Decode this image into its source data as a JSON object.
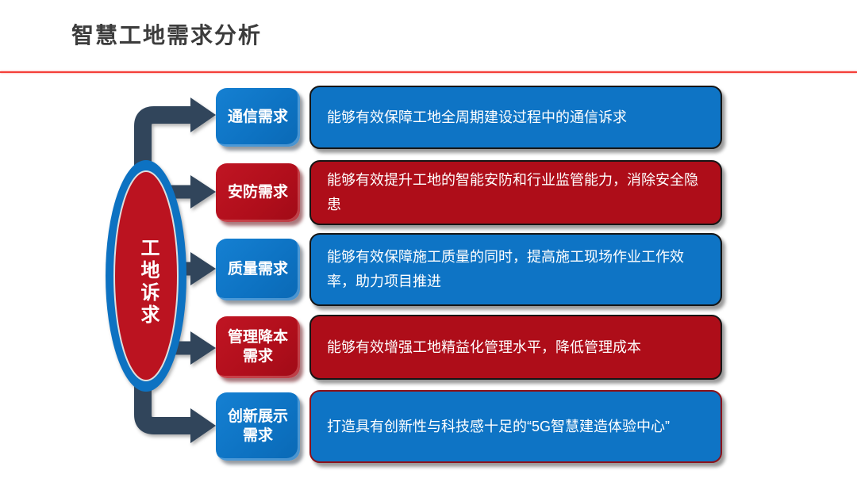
{
  "title": "智慧工地需求分析",
  "hub": {
    "label": "工地诉求"
  },
  "rows": [
    {
      "label": "通信需求",
      "desc": "能够有效保障工地全周期建设过程中的通信诉求",
      "theme": "blue"
    },
    {
      "label": "安防需求",
      "desc": "能够有效提升工地的智能安防和行业监管能力，消除安全隐患",
      "theme": "red"
    },
    {
      "label": "质量需求",
      "desc": "能够有效保障施工质量的同时，提高施工现场作业工作效率，助力项目推进",
      "theme": "blue"
    },
    {
      "label": "管理降本需求",
      "desc": "能够有效增强工地精益化管理水平，降低管理成本",
      "theme": "red"
    },
    {
      "label": "创新展示需求",
      "desc": "打造具有创新性与科技感十足的“5G智慧建造体验中心”",
      "theme": "blue"
    }
  ],
  "colors": {
    "blue": "#0e74c5",
    "red": "#ae0d19",
    "hub_outer_blue": "#0d72c2",
    "hub_inner_red": "#bb1320",
    "arrow_navy": "#31455b",
    "divider_red": "#f4403a",
    "title_text": "#3c3c3c",
    "box_border_dark": "#151515",
    "last_box_border_red": "#8c1119",
    "text_white": "#ffffff"
  }
}
